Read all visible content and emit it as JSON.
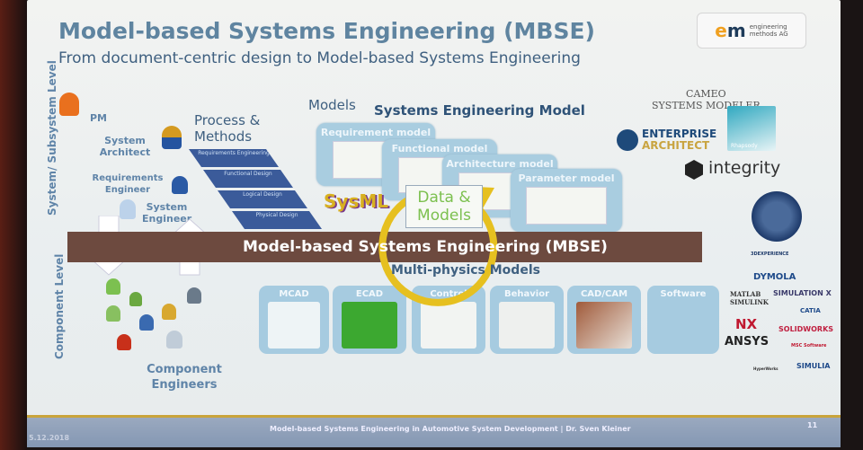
{
  "slide": {
    "title": "Model-based Systems Engineering (MBSE)",
    "subtitle": "From document-centric design to Model-based Systems Engineering",
    "logo": {
      "mark": "em",
      "line1": "engineering",
      "line2": "methods AG"
    }
  },
  "roles": {
    "pm": "PM",
    "system_architect": "System Architect",
    "requirements_engineer": "Requirements Engineer",
    "system_engineer": "System Engineer",
    "component_engineers": "Component Engineers"
  },
  "levels": {
    "system": "System/ Subsystem Level",
    "component": "Component Level"
  },
  "process": {
    "title": "Process & Methods",
    "steps": [
      "Requirements Engineering",
      "Functional Design",
      "Logical Design",
      "Physical Design"
    ]
  },
  "models": {
    "label": "Models",
    "title": "Systems Engineering Model",
    "cards": [
      "Requirement model",
      "Functional model",
      "Architecture model",
      "Parameter model"
    ],
    "sysml": "SysML"
  },
  "mbse_bar": "Model-based Systems Engineering (MBSE)",
  "center": {
    "line1": "Data &",
    "line2": "Models",
    "multi": "Multi-physics Models"
  },
  "tools": [
    "MCAD",
    "ECAD",
    "Control",
    "Behavior",
    "CAD/CAM",
    "Software"
  ],
  "brands": {
    "cameo1": "CAMEO",
    "cameo2": "SYSTEMS MODELER",
    "ea1": "ENTERPRISE",
    "ea2": "ARCHITECT",
    "rhapsody": "Rhapsody",
    "integrity": "integrity",
    "exp": "3DEXPERIENCE",
    "dymola": "DYMOLA",
    "matlab1": "MATLAB",
    "matlab2": "SIMULINK",
    "simx": "SIMULATION X",
    "catia": "CATIA",
    "nx": "NX",
    "solidworks": "SOLIDWORKS",
    "ansys": "ANSYS",
    "msc": "MSC Software",
    "hyperworks": "HyperWorks",
    "simulia": "SIMULIA"
  },
  "footer": {
    "date": "5.12.2018",
    "text": "Model-based Systems Engineering in Automotive System Development | Dr. Sven Kleiner",
    "page": "11"
  },
  "colors": {
    "bar": "#6d4a3f",
    "accent_yellow": "#e6c020",
    "green": "#7cc04f",
    "card": "#a9cde0"
  }
}
